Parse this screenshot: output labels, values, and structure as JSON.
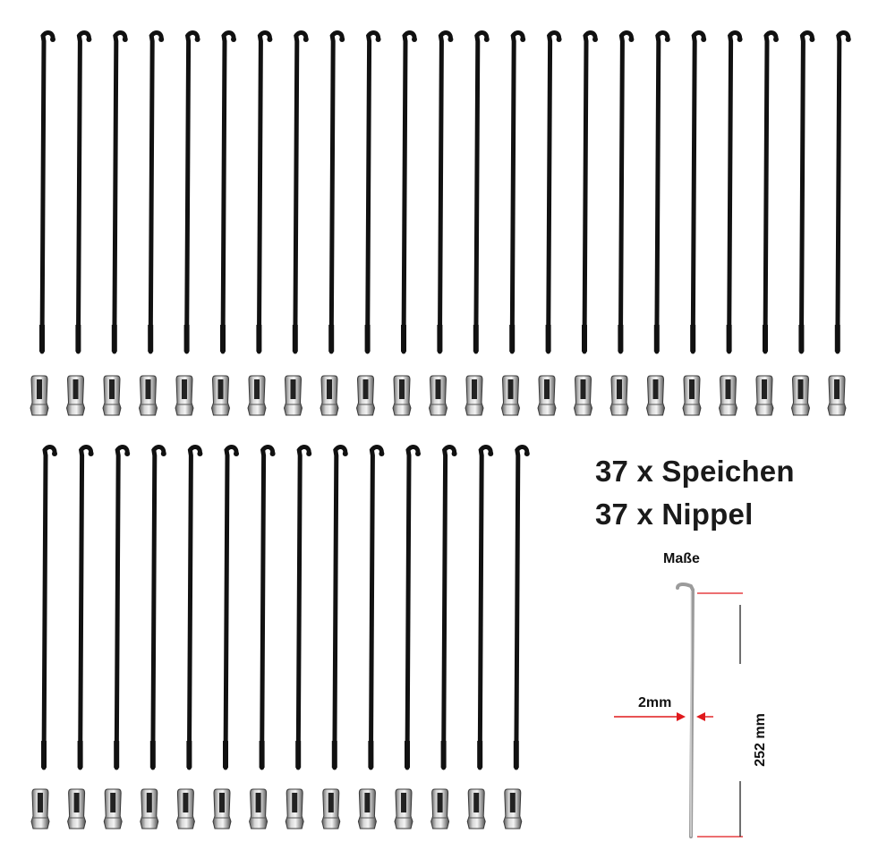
{
  "product": {
    "spoke_count_label": "37 x Speichen",
    "nipple_count_label": "37 x Nippel"
  },
  "dimensions": {
    "heading": "Maße",
    "width_label": "2mm",
    "length_label": "252 mm"
  },
  "colors": {
    "spoke": "#111111",
    "nipple": "#9a9a9a",
    "dimension_line": "#e0191c"
  },
  "counts": {
    "row1_spokes": 23,
    "row1_nipples": 23,
    "row2_spokes": 14,
    "row2_nipples": 14
  }
}
